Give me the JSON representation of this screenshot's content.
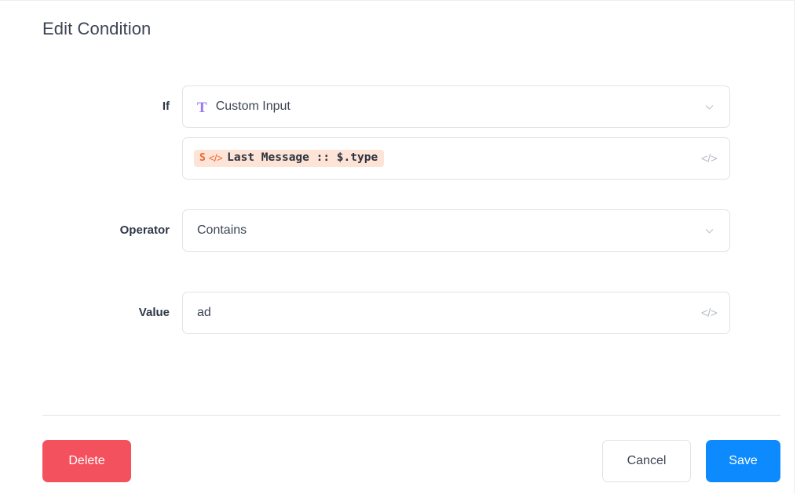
{
  "panel": {
    "title": "Edit Condition"
  },
  "form": {
    "if": {
      "label": "If",
      "icon": "text-type-icon",
      "value": "Custom Input",
      "dropdown_icon": "chevron-down-icon"
    },
    "expression": {
      "token_prefix": "S",
      "token_code_icon": "</>",
      "token_text": "Last Message :: $.type",
      "trailing_icon": "</>"
    },
    "operator": {
      "label": "Operator",
      "value": "Contains",
      "dropdown_icon": "chevron-down-icon"
    },
    "value": {
      "label": "Value",
      "value": "ad",
      "trailing_icon": "</>"
    }
  },
  "footer": {
    "delete_label": "Delete",
    "cancel_label": "Cancel",
    "save_label": "Save"
  },
  "colors": {
    "accent_blue": "#0d8bfe",
    "danger_red": "#f4515e",
    "token_bg": "#fde4d6",
    "token_orange": "#f06429",
    "type_purple": "#9b7bf0",
    "text_dark": "#3c4453",
    "border": "#dfe3e8"
  }
}
